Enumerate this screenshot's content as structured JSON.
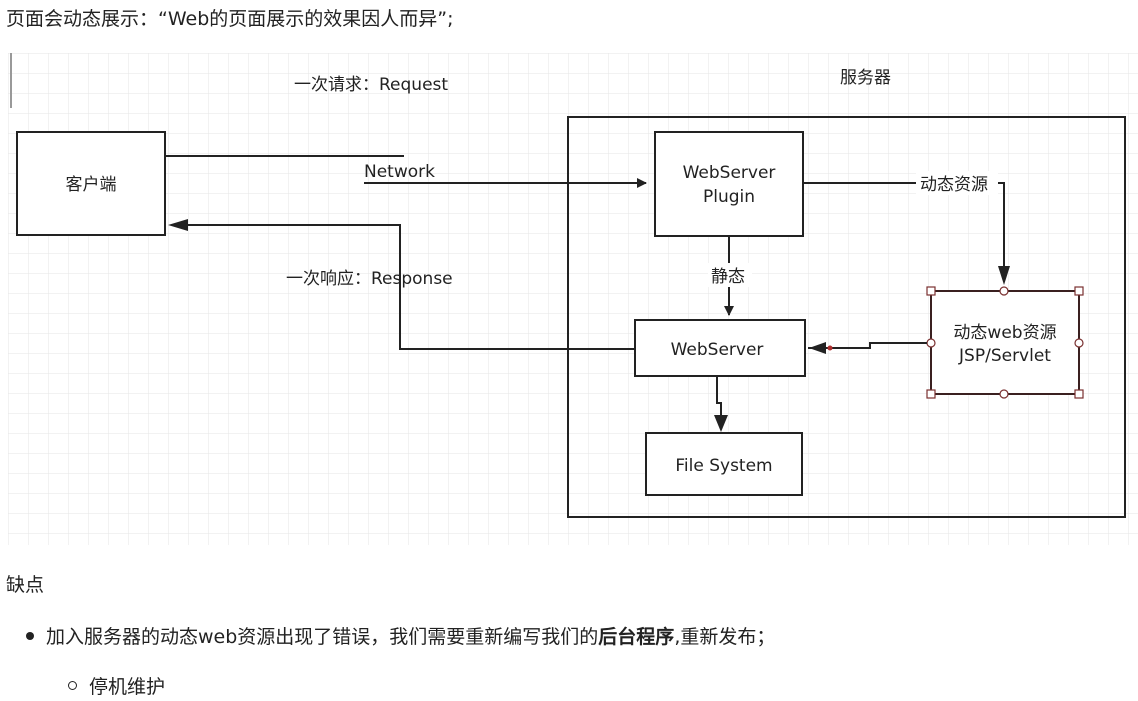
{
  "heading": "页面会动态展示：“Web的页面展示的效果因人而异”;",
  "diagram": {
    "request_label": "一次请求：Request",
    "response_label": "一次响应：Response",
    "server_label": "服务器",
    "network_label": "Network",
    "client_box": "客户端",
    "plugin_box_line1": "WebServer",
    "plugin_box_line2": "Plugin",
    "dynamic_label": "动态资源",
    "static_label": "静态",
    "webserver_box": "WebServer",
    "dynamic_box_line1": "动态web资源",
    "dynamic_box_line2": "JSP/Servlet",
    "filesystem_box": "File System"
  },
  "section_title": "缺点",
  "bullets": {
    "item1_text": "加入服务器的动态web资源出现了错误，我们需要重新编写我们的",
    "item1_bold": "后台程序",
    "item1_tail": ",重新发布；",
    "sub_item1": "停机维护"
  }
}
